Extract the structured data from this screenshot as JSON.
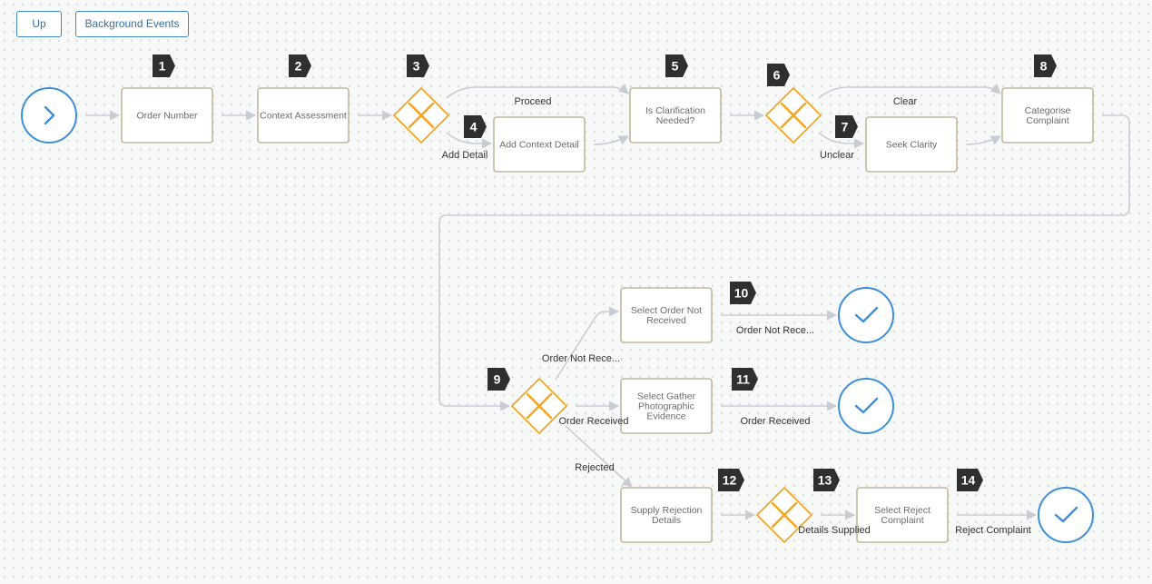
{
  "toolbar": {
    "up_label": "Up",
    "background_events_label": "Background Events"
  },
  "nodes": [
    {
      "id": "start",
      "type": "start"
    },
    {
      "id": "n1",
      "type": "task",
      "label": [
        "Order Number"
      ],
      "badge": "1"
    },
    {
      "id": "n2",
      "type": "task",
      "label": [
        "Context Assessment"
      ],
      "badge": "2"
    },
    {
      "id": "g3",
      "type": "gateway",
      "badge": "3"
    },
    {
      "id": "n4",
      "type": "task",
      "label": [
        "Add Context Detail"
      ],
      "badge": "4"
    },
    {
      "id": "n5",
      "type": "task",
      "label": [
        "Is Clarification",
        "Needed?"
      ],
      "badge": "5"
    },
    {
      "id": "g6",
      "type": "gateway",
      "badge": "6"
    },
    {
      "id": "n7",
      "type": "task",
      "label": [
        "Seek Clarity"
      ],
      "badge": "7"
    },
    {
      "id": "n8",
      "type": "task",
      "label": [
        "Categorise",
        "Complaint"
      ],
      "badge": "8"
    },
    {
      "id": "g9",
      "type": "gateway",
      "badge": "9"
    },
    {
      "id": "n10",
      "type": "task",
      "label": [
        "Select Order Not",
        "Received"
      ],
      "badge": "10"
    },
    {
      "id": "e10",
      "type": "end"
    },
    {
      "id": "n11",
      "type": "task",
      "label": [
        "Select Gather",
        "Photographic",
        "Evidence"
      ],
      "badge": "11"
    },
    {
      "id": "e11",
      "type": "end"
    },
    {
      "id": "n12",
      "type": "task",
      "label": [
        "Supply Rejection",
        "Details"
      ],
      "badge": "12"
    },
    {
      "id": "g13",
      "type": "gateway",
      "badge": "13"
    },
    {
      "id": "n14",
      "type": "task",
      "label": [
        "Select Reject",
        "Complaint"
      ],
      "badge": "14"
    },
    {
      "id": "e14",
      "type": "end"
    }
  ],
  "edges": [
    {
      "id": "start-n1"
    },
    {
      "id": "n1-n2"
    },
    {
      "id": "n2-g3"
    },
    {
      "id": "g3-n5",
      "label": "Proceed"
    },
    {
      "id": "g3-n4",
      "label": "Add Detail"
    },
    {
      "id": "n4-n5"
    },
    {
      "id": "n5-g6"
    },
    {
      "id": "g6-n8",
      "label": "Clear"
    },
    {
      "id": "g6-n7",
      "label": "Unclear"
    },
    {
      "id": "n7-n8"
    },
    {
      "id": "n8-g9"
    },
    {
      "id": "g9-n10",
      "label": "Order Not Rece..."
    },
    {
      "id": "g9-n11",
      "label": "Order Received"
    },
    {
      "id": "g9-n12",
      "label": "Rejected"
    },
    {
      "id": "n10-e10",
      "label": "Order Not Rece..."
    },
    {
      "id": "n11-e11",
      "label": "Order Received"
    },
    {
      "id": "n12-g13"
    },
    {
      "id": "g13-n14",
      "label": "Details Supplied"
    },
    {
      "id": "n14-e14",
      "label": "Reject Complaint"
    }
  ],
  "colors": {
    "task_border": "#c4b89a",
    "gateway": "#f5a623",
    "event": "#3d8fd9",
    "edge": "#c8ccd4",
    "badge_fill": "#2f2f2f"
  }
}
